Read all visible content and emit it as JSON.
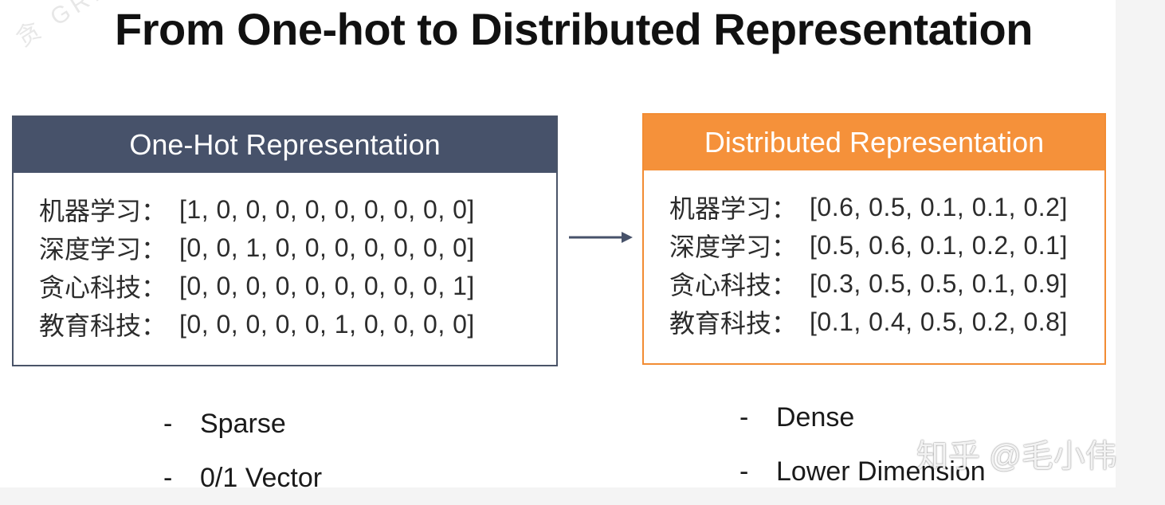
{
  "title": "From One-hot to Distributed Representation",
  "left_panel": {
    "header": "One-Hot Representation",
    "rows": [
      {
        "word": "机器学习：",
        "vector": "[1, 0, 0, 0, 0, 0, 0,  0,  0,  0]"
      },
      {
        "word": "深度学习：",
        "vector": "[0, 0, 1, 0, 0, 0, 0,  0,  0,  0]"
      },
      {
        "word": "贪心科技：",
        "vector": "[0, 0,  0,  0,  0, 0,  0, 0, 0, 1]"
      },
      {
        "word": "教育科技：",
        "vector": "[0, 0, 0, 0, 0, 1, 0,  0,  0,  0]"
      }
    ]
  },
  "right_panel": {
    "header": "Distributed Representation",
    "rows": [
      {
        "word": "机器学习：",
        "vector": "[0.6, 0.5, 0.1, 0.1, 0.2]"
      },
      {
        "word": "深度学习：",
        "vector": "[0.5, 0.6, 0.1, 0.2, 0.1]"
      },
      {
        "word": "贪心科技：",
        "vector": "[0.3, 0.5, 0.5, 0.1, 0.9]"
      },
      {
        "word": "教育科技：",
        "vector": "[0.1, 0.4, 0.5, 0.2, 0.8]"
      }
    ]
  },
  "left_bullets": [
    "Sparse",
    "0/1 Vector"
  ],
  "right_bullets": [
    "Dense",
    "Lower Dimension"
  ],
  "bullet_marker": "-",
  "watermark": {
    "author": "知乎 @毛小伟",
    "brand": "贪 GREEDY TECHNOLOGY"
  },
  "colors": {
    "left_header": "#47526a",
    "right_header": "#f5913a",
    "right_border": "#f28c33",
    "arrow": "#47526a"
  },
  "icons": {
    "arrow": "arrow-right-icon"
  }
}
